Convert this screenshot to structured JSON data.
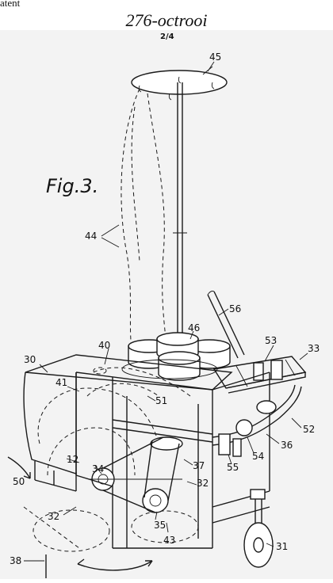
{
  "header": {
    "corner_text": "atent",
    "title": "276-octrooi"
  },
  "drawing": {
    "sheet_number": "2/4",
    "figure_label": "Fig.3.",
    "reference_numerals": [
      "45",
      "44",
      "46",
      "56",
      "53",
      "33",
      "30",
      "40",
      "41",
      "51",
      "52",
      "36",
      "54",
      "55",
      "37",
      "34",
      "12",
      "50",
      "32",
      "35",
      "43",
      "31",
      "38"
    ]
  }
}
